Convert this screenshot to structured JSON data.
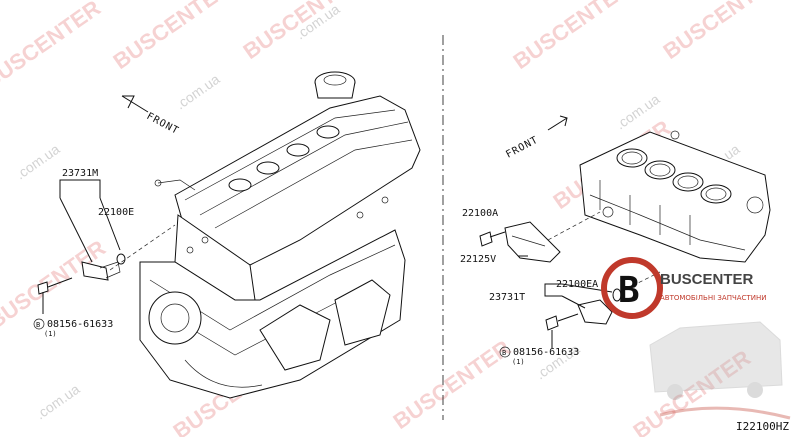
{
  "watermark": {
    "brand": "BUSCENTER",
    "domain": ".com.ua"
  },
  "left_diagram": {
    "front_label": "FRONT",
    "parts": {
      "sensor_part": "23731M",
      "seal_part": "22100E",
      "bolt_part": "08156-61633",
      "bolt_qty": "(1)",
      "bolt_marker": "B"
    }
  },
  "right_diagram": {
    "front_label": "FRONT",
    "parts": {
      "sensor_a": "22100A",
      "bracket": "22125V",
      "assembly": "23731T",
      "sensor_ea": "22100EA",
      "bolt_part": "08156-61633",
      "bolt_qty": "(1)",
      "bolt_marker": "B"
    }
  },
  "logo": {
    "letter": "B",
    "name": "BUSCENTER",
    "tagline": "АВТОМОБІЛЬНІ ЗАПЧАСТИНИ",
    "accent_color": "#c0392b"
  },
  "diagram_code": "I22100HZ"
}
